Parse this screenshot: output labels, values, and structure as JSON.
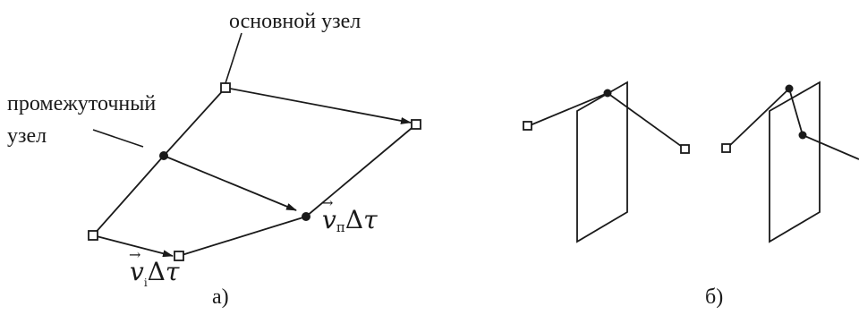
{
  "labels": {
    "main_node": "основной узел",
    "intermediate_node_line1": "промежуточный",
    "intermediate_node_line2": "узел",
    "caption_a": "а)",
    "caption_b": "б)"
  },
  "math": {
    "vp": {
      "base": "v",
      "sub": "п",
      "delta": "Δ",
      "tau": "τ"
    },
    "vi": {
      "base": "v",
      "sub": "i",
      "delta": "Δ",
      "tau": "τ"
    }
  },
  "colors": {
    "ink": "#1a1a1a",
    "background": "#ffffff"
  },
  "icons": {
    "main_node_marker": "open-square",
    "intermediate_node_marker": "filled-circle",
    "velocity_arrow": "arrowhead"
  }
}
